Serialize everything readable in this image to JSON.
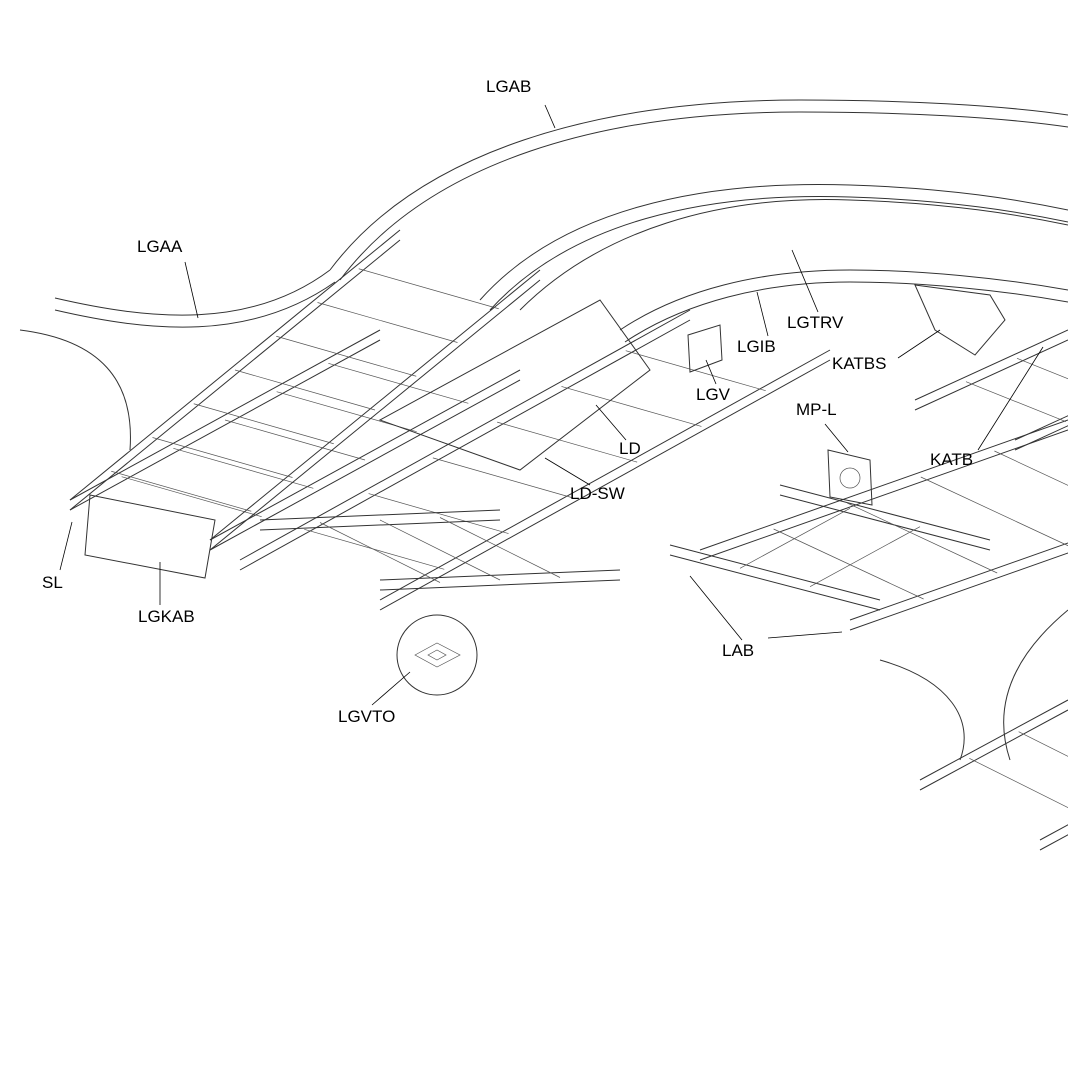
{
  "labels": {
    "lgab": "LGAB",
    "lgaa": "LGAA",
    "lgtrv": "LGTRV",
    "lgib": "LGIB",
    "katbs": "KATBS",
    "lgv": "LGV",
    "mpl": "MP-L",
    "ld": "LD",
    "katb": "KATB",
    "ldsw": "LD-SW",
    "sl": "SL",
    "lgkab": "LGKAB",
    "lab": "LAB",
    "lgvto": "LGVTO"
  }
}
